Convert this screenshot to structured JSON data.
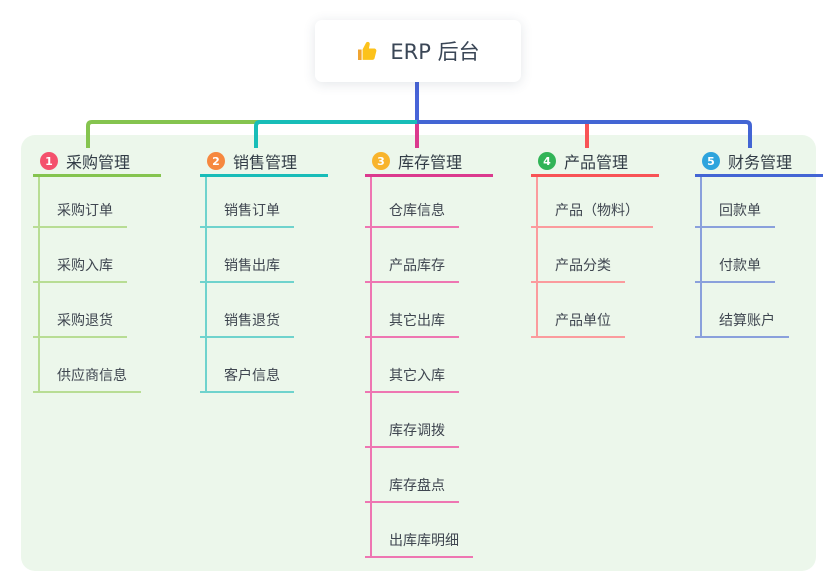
{
  "root": {
    "label": "ERP 后台",
    "icon": "thumbs-up-icon",
    "line_color": "#4864d8"
  },
  "canvas": {
    "background": "#ffffff",
    "panel_color": "#ecf7eb"
  },
  "branches": [
    {
      "num": "1",
      "title": "采购管理",
      "badge_color": "#f4516c",
      "line_color": "#85c44f",
      "child_line_color": "#b8dd94",
      "children": [
        "采购订单",
        "采购入库",
        "采购退货",
        "供应商信息"
      ]
    },
    {
      "num": "2",
      "title": "销售管理",
      "badge_color": "#f6883f",
      "line_color": "#18bdb8",
      "child_line_color": "#6fd3cd",
      "children": [
        "销售订单",
        "销售出库",
        "销售退货",
        "客户信息"
      ]
    },
    {
      "num": "3",
      "title": "库存管理",
      "badge_color": "#f8b42c",
      "line_color": "#db3a8e",
      "child_line_color": "#ee76b2",
      "children": [
        "仓库信息",
        "产品库存",
        "其它出库",
        "其它入库",
        "库存调拨",
        "库存盘点",
        "出库库明细"
      ]
    },
    {
      "num": "4",
      "title": "产品管理",
      "badge_color": "#31b457",
      "line_color": "#f85356",
      "child_line_color": "#fb9b9d",
      "children": [
        "产品（物料）",
        "产品分类",
        "产品单位"
      ]
    },
    {
      "num": "5",
      "title": "财务管理",
      "badge_color": "#2ea4dd",
      "line_color": "#4365d4",
      "child_line_color": "#8aa0dc",
      "children": [
        "回款单",
        "付款单",
        "结算账户"
      ]
    }
  ]
}
